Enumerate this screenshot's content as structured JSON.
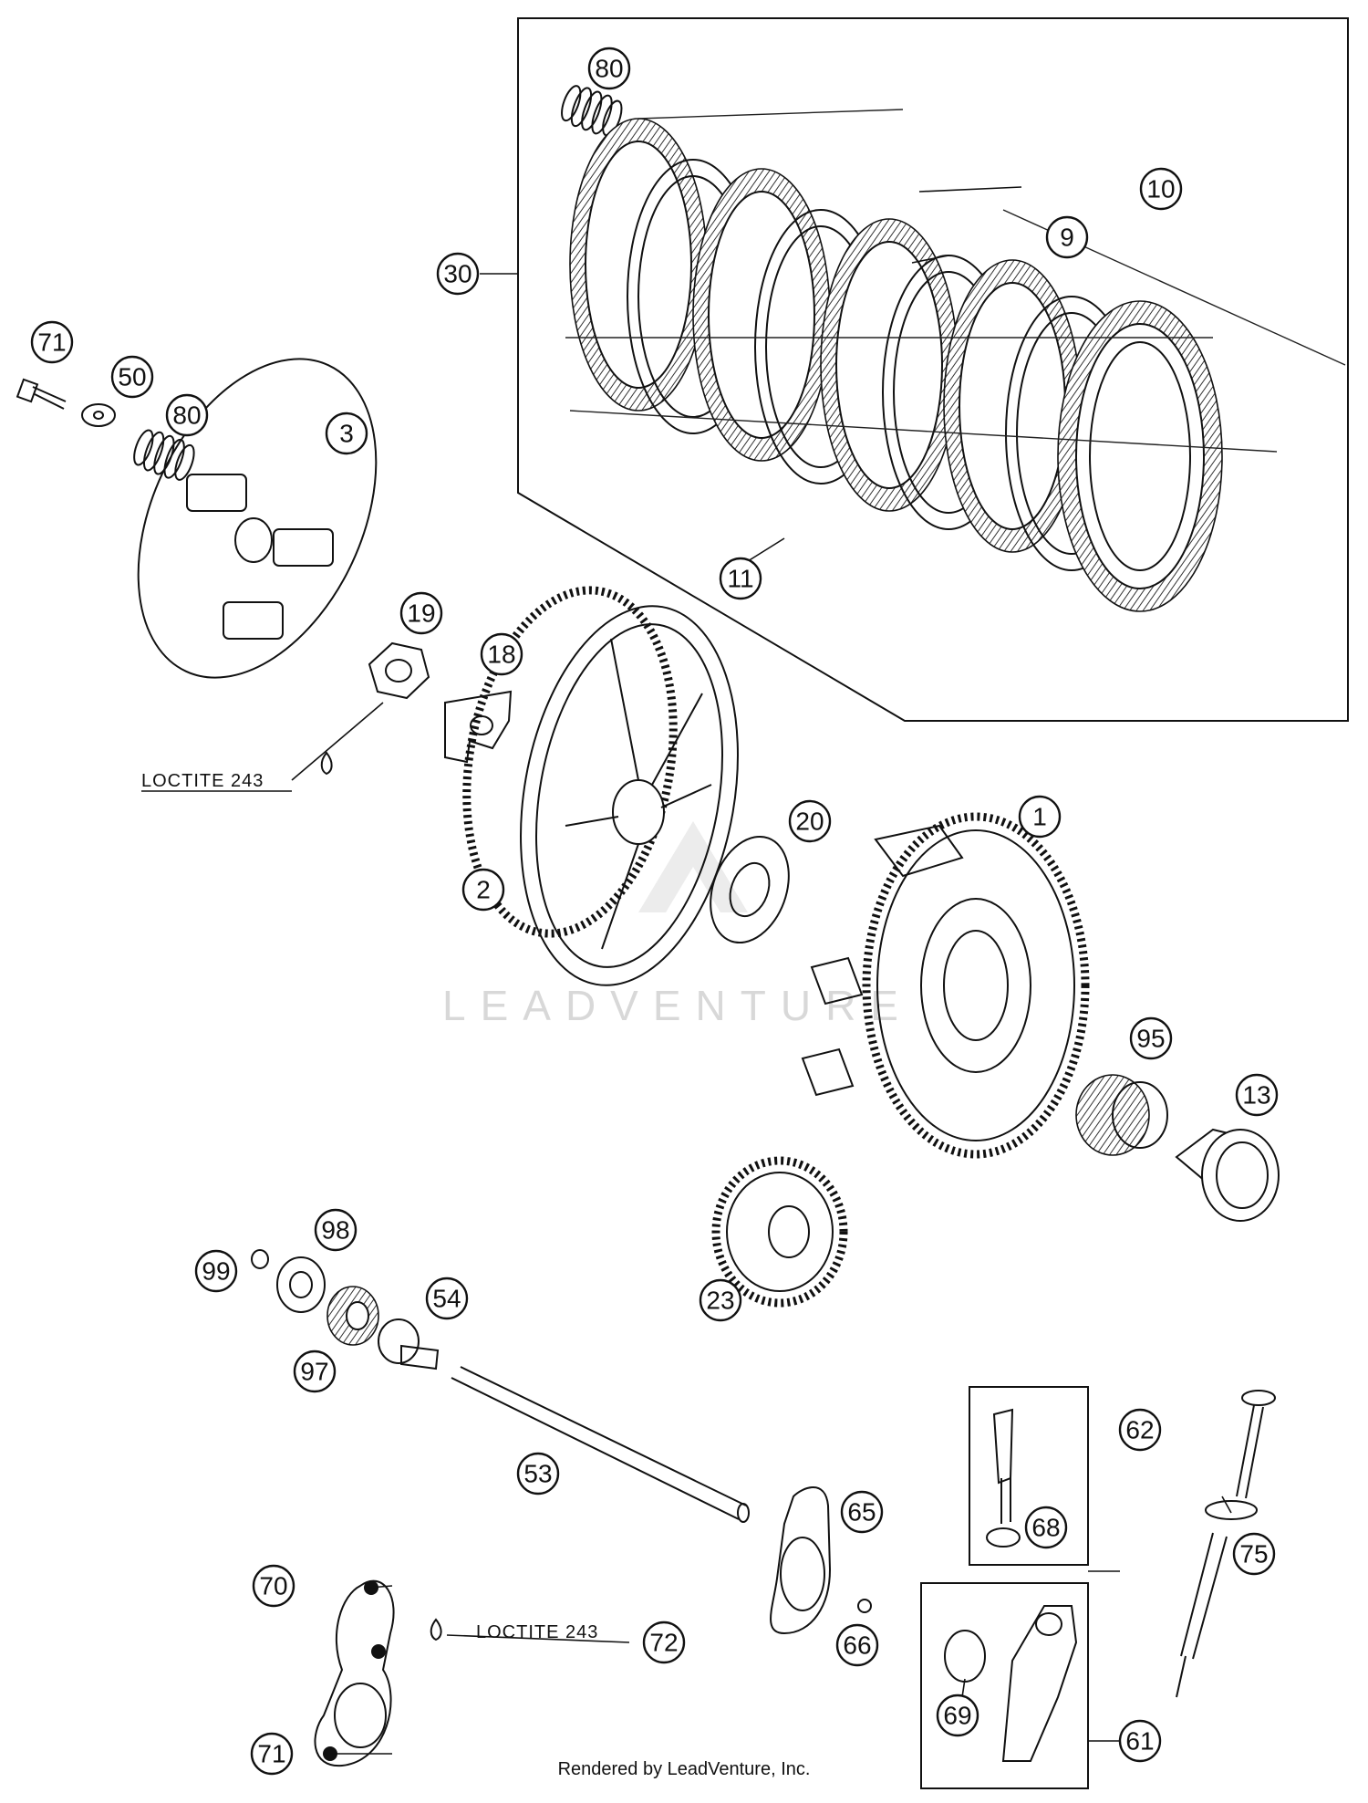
{
  "callouts": {
    "c80a": "80",
    "c10": "10",
    "c9": "9",
    "c30": "30",
    "c11": "11",
    "c71a": "71",
    "c50": "50",
    "c80b": "80",
    "c3": "3",
    "c19": "19",
    "c18": "18",
    "c2": "2",
    "c20": "20",
    "c1": "1",
    "c95": "95",
    "c13": "13",
    "c23": "23",
    "c98": "98",
    "c99": "99",
    "c54": "54",
    "c97": "97",
    "c53": "53",
    "c62": "62",
    "c68": "68",
    "c75": "75",
    "c65": "65",
    "c66": "66",
    "c70": "70",
    "c72": "72",
    "c71b": "71",
    "c69": "69",
    "c61": "61"
  },
  "notes": {
    "loctite_upper": "LOCTITE 243",
    "loctite_lower": "LOCTITE 243"
  },
  "watermark": "LEADVENTURE",
  "footer": "Rendered by LeadVenture, Inc."
}
